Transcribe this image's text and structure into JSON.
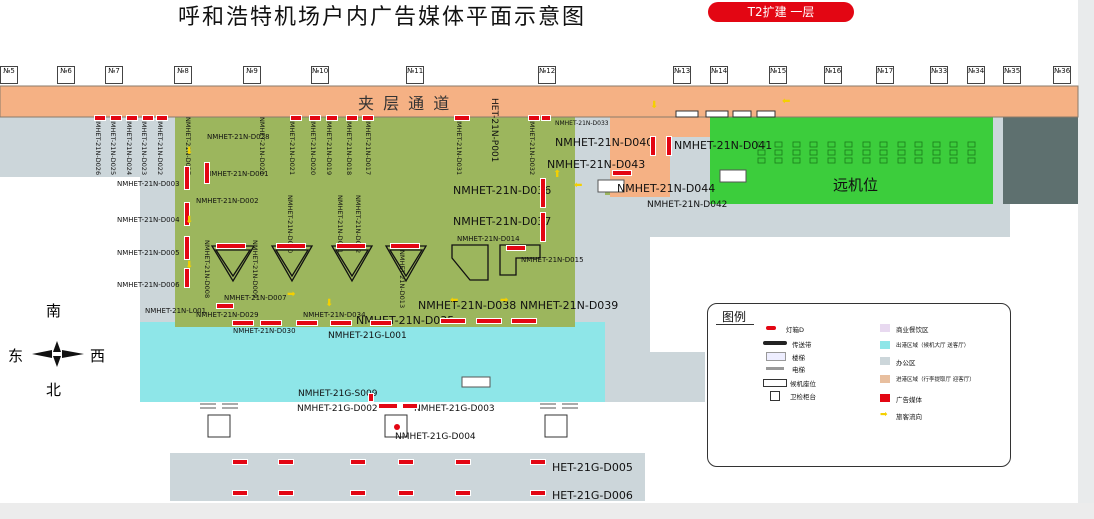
{
  "title": "呼和浩特机场户内广告媒体平面示意图",
  "badge": "T2扩建 一层",
  "corridor_label": "夹 层 通 道",
  "remote_label": "远机位",
  "gates": [
    {
      "label": "№5",
      "num": "5"
    },
    {
      "label": "№6",
      "num": ""
    },
    {
      "label": "№7",
      "num": ""
    },
    {
      "label": "№8",
      "num": ""
    },
    {
      "label": "№9",
      "num": ""
    },
    {
      "label": "№10",
      "num": ""
    },
    {
      "label": "№11",
      "num": ""
    },
    {
      "label": "№12",
      "num": ""
    },
    {
      "label": "№13",
      "num": ""
    },
    {
      "label": "№14",
      "num": ""
    },
    {
      "label": "№15",
      "num": ""
    },
    {
      "label": "№16",
      "num": ""
    },
    {
      "label": "№17",
      "num": ""
    },
    {
      "label": "№33",
      "num": ""
    },
    {
      "label": "№34",
      "num": ""
    },
    {
      "label": "№35",
      "num": ""
    },
    {
      "label": "№36",
      "num": ""
    }
  ],
  "vertical_labels": {
    "v1": "NMHET-21N-D026",
    "v2": "NMHET-21N-D025",
    "v3": "NMHET-21N-D024",
    "v4": "NMHET-21N-D023",
    "v5": "NMHET-21N-D022",
    "v6": "NMHET-21N-D027",
    "v7": "NMHET-21N-D028",
    "v8": "NMHET-21N-D021",
    "v9": "NMHET-21N-D020",
    "v10": "NMHET-21N-D019",
    "v11": "NMHET-21N-D018",
    "v12": "NMHET-21N-D017",
    "v13": "NMHET-21N-D031",
    "v14": "NMHET-21N-D032",
    "v15": "NMHET-21N-D033",
    "v16": "HET-21N-P001",
    "v17": "NMHET-21N-D008",
    "v18": "NMHET-21N-D009",
    "v19": "NMHET-21N-D010",
    "v20": "NMHET-21N-D011",
    "v21": "NMHET-21N-D012",
    "v22": "NMHET-21N-D013"
  },
  "labels": {
    "d001": "NMHET-21N-D001",
    "d002": "NMHET-21N-D002",
    "d003": "NMHET-21N-D003",
    "d004": "NMHET-21N-D004",
    "d005": "NMHET-21N-D005",
    "d006": "NMHET-21N-D006",
    "d007": "NMHET-21N-D007",
    "d014": "NMHET-21N-D014",
    "d015": "NMHET-21N-D015",
    "l001": "NMHET-21N-L001",
    "d029": "NMHET-21N-D029",
    "d030": "NMHET-21N-D030",
    "d034": "NMHET-21N-D034",
    "d035": "NMHET-21N-D035",
    "d036": "NMHET-21N-D036",
    "d037": "NMHET-21N-D037",
    "d038": "NMHET-21N-D038",
    "d039": "NMHET-21N-D039",
    "d040": "NMHET-21N-D040",
    "d041": "NMHET-21N-D041",
    "d042": "NMHET-21N-D042",
    "d043": "NMHET-21N-D043",
    "d044": "NMHET-21N-D044",
    "g_l001": "NMHET-21G-L001",
    "g_s009": "NMHET-21G-S009",
    "g_d002": "NMHET-21G-D002",
    "g_d003": "NMHET-21G-D003",
    "g_d004": "NMHET-21G-D004",
    "g_d005": "HET-21G-D005",
    "g_d006": "HET-21G-D006"
  },
  "compass": {
    "south": "南",
    "east": "东",
    "west": "西",
    "north": "北"
  },
  "legend": {
    "title": "图例",
    "lightbox": "灯箱D",
    "conveyor": "传送带",
    "stairs": "楼梯",
    "elevator": "电梯",
    "seats": "候机座位",
    "inspection": "卫检柜台",
    "commercial": "商业餐饮区",
    "departure": "出港区域（候机大厅 送客厅）",
    "office": "办公区",
    "arrival": "进港区域（行李提取厅 迎客厅）",
    "media": "广告媒体",
    "flow": "旅客流向"
  },
  "colors": {
    "corridor": "#f5b184",
    "green_zone": "#9cb65d",
    "departure": "#8ee6e8",
    "office": "#ccd6da",
    "remote": "#3ccd3c",
    "arrival": "#f1c4a5",
    "commercial": "#e8d9f0",
    "media": "#e30613",
    "flow": "#f4d000"
  }
}
